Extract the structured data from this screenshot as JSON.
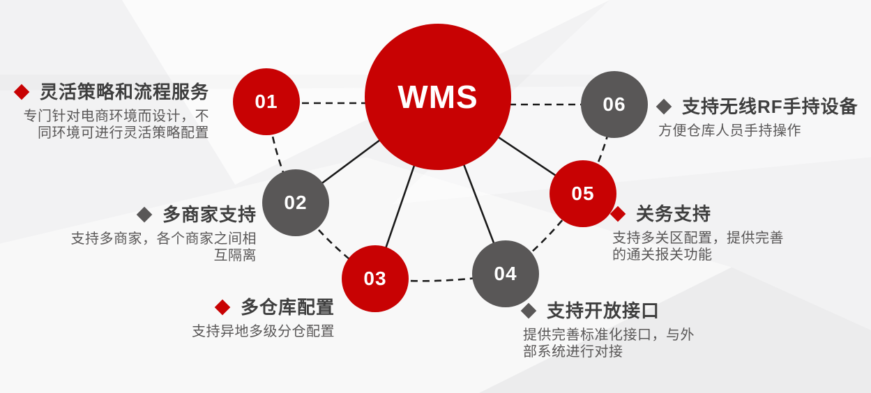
{
  "colors": {
    "red": "#c80203",
    "gray": "#595757",
    "title_text": "#3e3e3e",
    "desc_text": "#595757",
    "line": "#1a1a1a",
    "background": "#f2f2f3",
    "circle_text": "#ffffff"
  },
  "center": {
    "label": "WMS"
  },
  "nodes": [
    {
      "number": "01",
      "color": "red"
    },
    {
      "number": "02",
      "color": "gray"
    },
    {
      "number": "03",
      "color": "red"
    },
    {
      "number": "04",
      "color": "gray"
    },
    {
      "number": "05",
      "color": "red"
    },
    {
      "number": "06",
      "color": "gray"
    }
  ],
  "features": [
    {
      "number": "01",
      "bullet": "red",
      "align": "right",
      "title": "灵活策略和流程服务",
      "desc": [
        "专门针对电商环境而设计，不",
        "同环境可进行灵活策略配置"
      ]
    },
    {
      "number": "02",
      "bullet": "gray",
      "align": "right",
      "title": "多商家支持",
      "desc": [
        "支持多商家，各个商家之间相",
        "互隔离"
      ]
    },
    {
      "number": "03",
      "bullet": "red",
      "align": "right",
      "title": "多仓库配置",
      "desc": [
        "支持异地多级分仓配置"
      ]
    },
    {
      "number": "04",
      "bullet": "gray",
      "align": "left",
      "title": "支持开放接口",
      "desc": [
        "提供完善标准化接口，与外",
        "部系统进行对接"
      ]
    },
    {
      "number": "05",
      "bullet": "red",
      "align": "left",
      "title": "关务支持",
      "desc": [
        "支持多关区配置，提供完善",
        "的通关报关功能"
      ]
    },
    {
      "number": "06",
      "bullet": "gray",
      "align": "left",
      "title": "支持无线RF手持设备",
      "desc": [
        "方便仓库人员手持操作"
      ]
    }
  ]
}
